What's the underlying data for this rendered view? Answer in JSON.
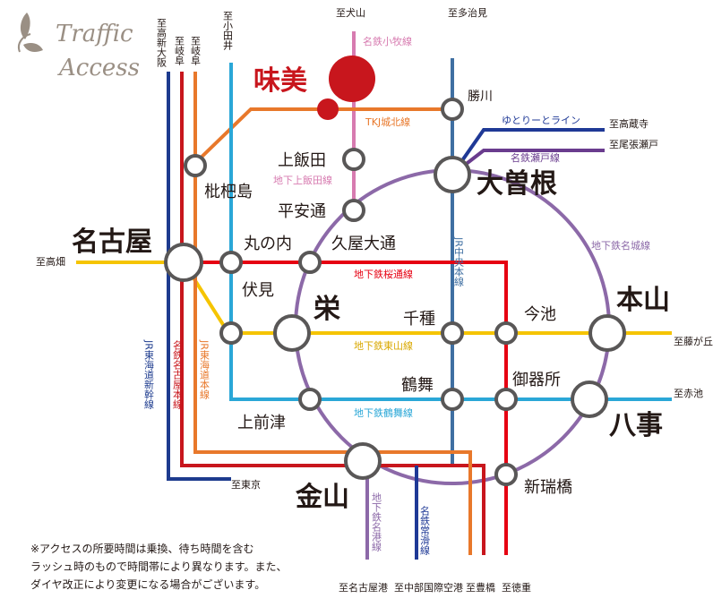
{
  "title": {
    "line1": "Traffic",
    "line2": "Access"
  },
  "colors": {
    "red": "#e60012",
    "darkred": "#c8161d",
    "orange": "#e8782b",
    "navy": "#1d3b8e",
    "lightblue": "#2aa7d7",
    "yellow": "#f5c400",
    "purple": "#8c69a8",
    "pink": "#d77bb0",
    "steel": "#3f6fa2",
    "darkpurple": "#6a3c8e",
    "blue2": "#1f3996",
    "station_red": "#c8161d"
  },
  "stations": {
    "ajimi": "味美",
    "kachigawa": "勝川",
    "kamiiida": "上飯田",
    "biwajima": "枇杷島",
    "ozone": "大曽根",
    "heiando": "平安通",
    "nagoya": "名古屋",
    "marunouchi": "丸の内",
    "hisaya": "久屋大通",
    "fushimi": "伏見",
    "sakae": "栄",
    "chikusa": "千種",
    "imaike": "今池",
    "motoyama": "本山",
    "kamimaezu": "上前津",
    "tsurumai": "鶴舞",
    "gokiso": "御器所",
    "yagoto": "八事",
    "kanayama": "金山",
    "shinmizuhashi": "新瑞橋"
  },
  "destinations": {
    "inuyama": "至犬山",
    "tajimi": "至多治見",
    "takayama_shinosaka": "至高蔵寺",
    "owariseto": "至尾張瀬戸",
    "takabata": "至高畑",
    "fujigaoka": "至藤が丘",
    "akaike": "至赤池",
    "tokyo": "至東京",
    "nagoyako": "至名古屋港",
    "chubu_airport": "至中部国際空港",
    "toyohashi": "至豊橋",
    "tokushige": "至徳重",
    "vertical_left": [
      "至高新大阪",
      "至岐阜",
      "至岐阜",
      "至小田井"
    ]
  },
  "lines": {
    "meitetsu_komaki": "名鉄小牧線",
    "tkj": "TKJ城北線",
    "yutorito": "ゆとりーとライン",
    "meitetsu_seto": "名鉄瀬戸線",
    "kamiiida_line": "地下上飯田線",
    "meijo": "地下鉄名城線",
    "jr_chuo": "JR中央本線",
    "sakuradori": "地下鉄桜通線",
    "higashiyama": "地下鉄東山線",
    "tsurumai_line": "地下鉄鶴舞線",
    "jr_shinkansen": "JR東海道新幹線",
    "meitetsu_nagoya": "名鉄名古屋本線",
    "jr_tokaido": "JR東海道本線",
    "meiko": "地下鉄名港線",
    "tokoname": "名鉄常滑線"
  },
  "note": [
    "※アクセスの所要時間は乗換、待ち時間を含む",
    "ラッシュ時のもので時間帯により異なります。また、",
    "ダイヤ改正により変更になる場合がございます。"
  ]
}
